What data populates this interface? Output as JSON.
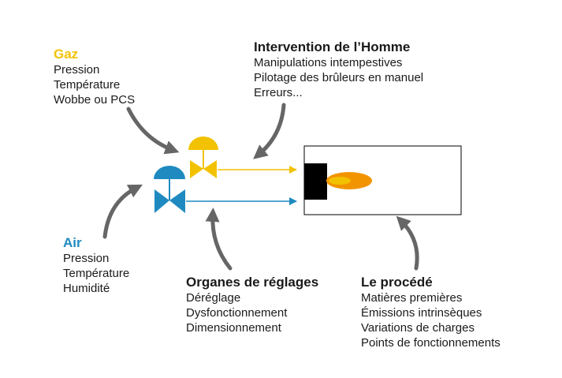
{
  "gas": {
    "title": "Gaz",
    "lines": [
      "Pression",
      "Température",
      "Wobbe ou PCS"
    ],
    "color": "#f2c200"
  },
  "air": {
    "title": "Air",
    "lines": [
      "Pression",
      "Température",
      "Humidité"
    ],
    "color": "#1f8ac0"
  },
  "human": {
    "title": "Intervention de l’Homme",
    "lines": [
      "Manipulations intempestives",
      "Pilotage des brûleurs en manuel",
      "Erreurs..."
    ]
  },
  "organs": {
    "title": "Organes de réglages",
    "lines": [
      "Déréglage",
      "Dysfonctionnement",
      "Dimensionnement"
    ]
  },
  "process": {
    "title": "Le procédé",
    "lines": [
      "Matières premières",
      "Émissions intrinsèques",
      "Variations de charges",
      "Points de fonctionnements"
    ]
  },
  "colors": {
    "flame_outer": "#f29400",
    "flame_inner": "#f2c200",
    "arrow_gray": "#666666",
    "burner": "#000000"
  }
}
